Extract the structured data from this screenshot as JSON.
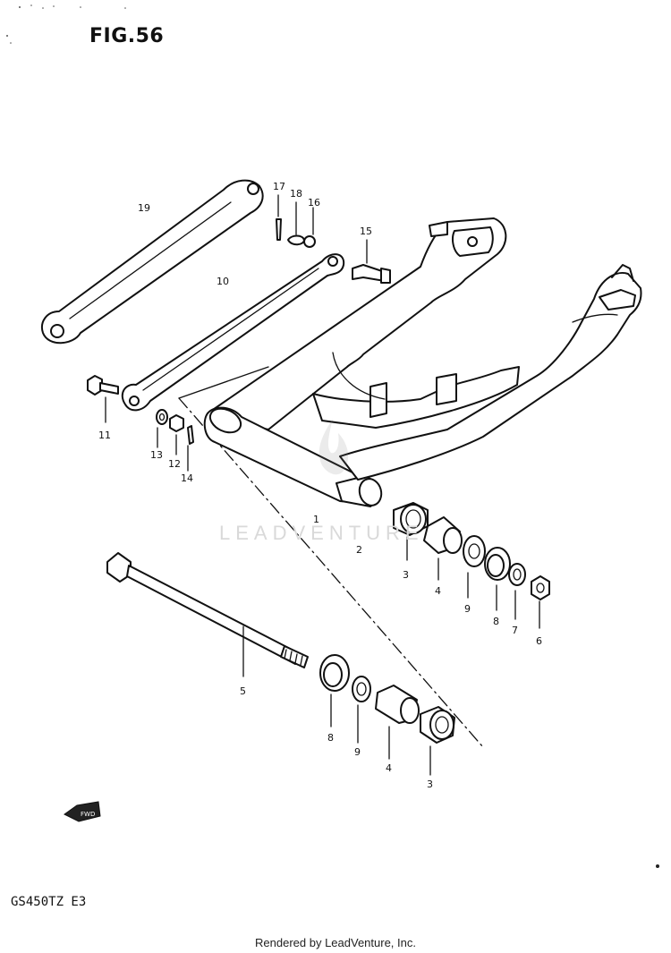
{
  "figure": {
    "title": "FIG.56",
    "model_code": "GS450TZ  E3"
  },
  "watermark": {
    "text": "LEADVENTURE"
  },
  "footer": {
    "rendered_by": "Rendered by LeadVenture, Inc."
  },
  "callouts": {
    "c1": "1",
    "c2": "2",
    "c3a": "3",
    "c3b": "3",
    "c4a": "4",
    "c4b": "4",
    "c5": "5",
    "c6": "6",
    "c7": "7",
    "c8a": "8",
    "c8b": "8",
    "c9a": "9",
    "c9b": "9",
    "c10": "10",
    "c11": "11",
    "c12": "12",
    "c13": "13",
    "c14": "14",
    "c15": "15",
    "c16": "16",
    "c17": "17",
    "c18": "18",
    "c19": "19"
  },
  "icons": {
    "front_arrow": "front-arrow-icon",
    "logo_mark": "flame-logo-icon"
  }
}
